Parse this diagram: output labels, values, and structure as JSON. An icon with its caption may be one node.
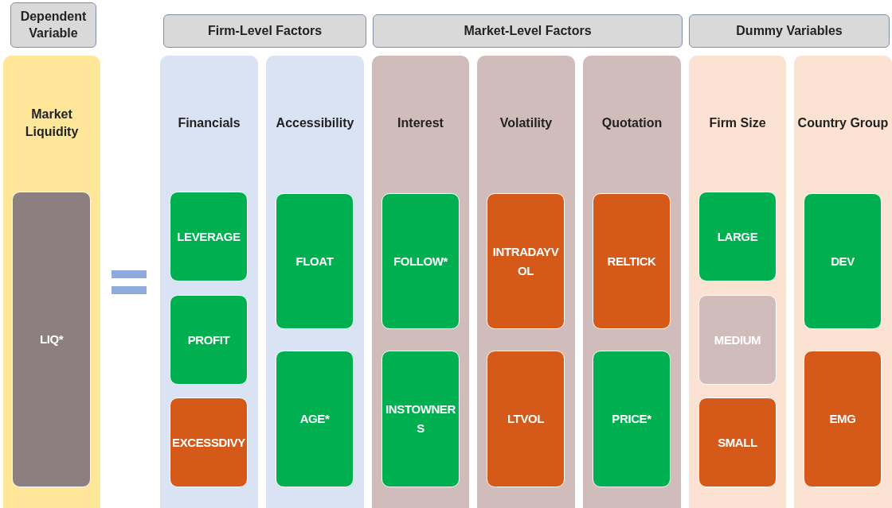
{
  "diagram": {
    "nodes": [
      {
        "text": [
          "Dependent Variable"
        ]
      },
      {
        "text": [
          "Firm-Level Factors"
        ]
      },
      {
        "text": [
          "Market-Level Factors"
        ]
      },
      {
        "text": [
          "Dummy Variables"
        ]
      },
      {
        "text": [
          "Market Liquidity"
        ]
      },
      {
        "text": [
          "LIQ*"
        ],
        "in": 4
      },
      {
        "text": [
          "Financials"
        ]
      },
      {
        "text": [
          "LEVERAGE"
        ],
        "in": 6
      },
      {
        "text": [
          "PROFIT"
        ],
        "in": 6
      },
      {
        "text": [
          "EXCESSDIVY"
        ],
        "in": 6
      },
      {
        "text": [
          "Accessibility"
        ]
      },
      {
        "text": [
          "FLOAT"
        ],
        "in": 10
      },
      {
        "text": [
          "AGE*"
        ],
        "in": 10
      },
      {
        "text": [
          "Interest"
        ]
      },
      {
        "text": [
          "FOLLOW*"
        ],
        "in": 13
      },
      {
        "text": [
          "INSTOWNERS"
        ],
        "in": 13
      },
      {
        "text": [
          "Volatility"
        ]
      },
      {
        "text": [
          "INTRADAYVOL"
        ],
        "in": 16
      },
      {
        "text": [
          "LTVOL"
        ],
        "in": 16
      },
      {
        "text": [
          "Quotation"
        ]
      },
      {
        "text": [
          "RELTICK"
        ],
        "in": 19
      },
      {
        "text": [
          "PRICE*"
        ],
        "in": 19
      },
      {
        "text": [
          "Firm Size"
        ]
      },
      {
        "text": [
          "LARGE"
        ],
        "in": 22
      },
      {
        "text": [
          "MEDIUM"
        ],
        "in": 22
      },
      {
        "text": [
          "SMALL"
        ],
        "in": 22
      },
      {
        "text": [
          "Country Group"
        ]
      },
      {
        "text": [
          "DEV"
        ],
        "in": 26
      },
      {
        "text": [
          "EMG"
        ],
        "in": 26
      }
    ]
  }
}
